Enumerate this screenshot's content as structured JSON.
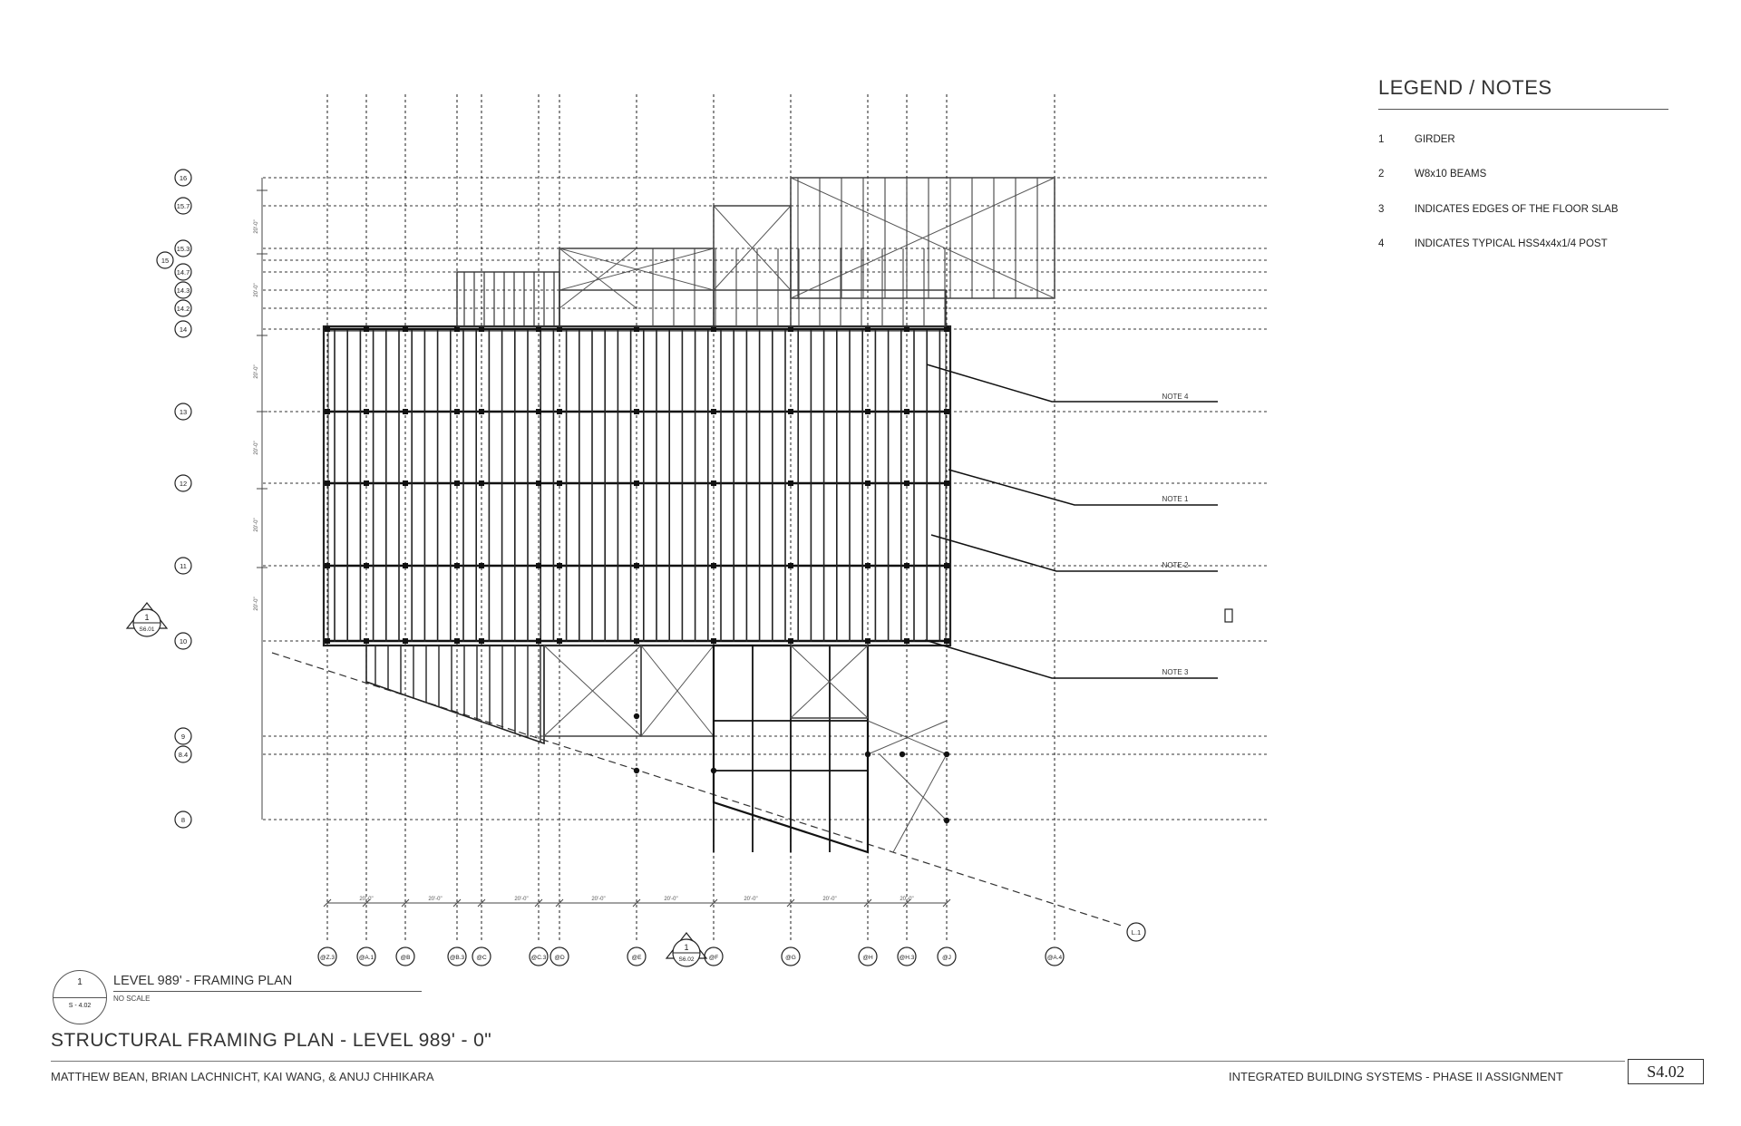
{
  "legend": {
    "title": "LEGEND / NOTES",
    "items": [
      {
        "num": "1",
        "text": "GIRDER"
      },
      {
        "num": "2",
        "text": "W8x10 BEAMS"
      },
      {
        "num": "3",
        "text": "INDICATES EDGES OF THE FLOOR SLAB"
      },
      {
        "num": "4",
        "text": "INDICATES TYPICAL HSS4x4x1/4 POST"
      }
    ]
  },
  "sheet": {
    "title": "STRUCTURAL FRAMING PLAN - LEVEL 989' - 0\"",
    "authors": "MATTHEW BEAN, BRIAN LACHNICHT, KAI WANG, & ANUJ CHHIKARA",
    "course": "INTEGRATED BUILDING SYSTEMS - PHASE II ASSIGNMENT",
    "number": "S4.02"
  },
  "view": {
    "mark_number": "1",
    "mark_sheet": "S - 4.02",
    "title": "LEVEL 989' - FRAMING PLAN",
    "scale": "NO SCALE"
  },
  "plan": {
    "row_grids": [
      "16",
      "15.7",
      "15.3",
      "15",
      "14.7",
      "14.3",
      "14.2",
      "14",
      "13",
      "12",
      "11",
      "10",
      "9",
      "8.4",
      "8"
    ],
    "column_grids": [
      "@Z.3",
      "@A.1",
      "@B",
      "@B.3",
      "@C",
      "@C.3",
      "@D",
      "@E",
      "@F",
      "@G",
      "@H",
      "@H.3",
      "@J",
      "@A.4"
    ],
    "diagonal_grid": "L.1",
    "dimensions": [
      "20'-0\"",
      "20'-0\"",
      "20'-0\"",
      "20'-0\"",
      "20'-0\"",
      "20'-0\"",
      "20'-0\"",
      "20'-0\""
    ],
    "row_dimensions": [
      "20'-0\"",
      "20'-0\"",
      "20'-0\"",
      "20'-0\"",
      "20'-0\"",
      "20'-0\""
    ],
    "section_marks": [
      {
        "num": "1",
        "ref": "S6.01"
      },
      {
        "num": "1",
        "ref": "S6.02"
      }
    ],
    "notes": [
      "NOTE 4",
      "NOTE 1",
      "NOTE 2",
      "NOTE 3"
    ]
  }
}
